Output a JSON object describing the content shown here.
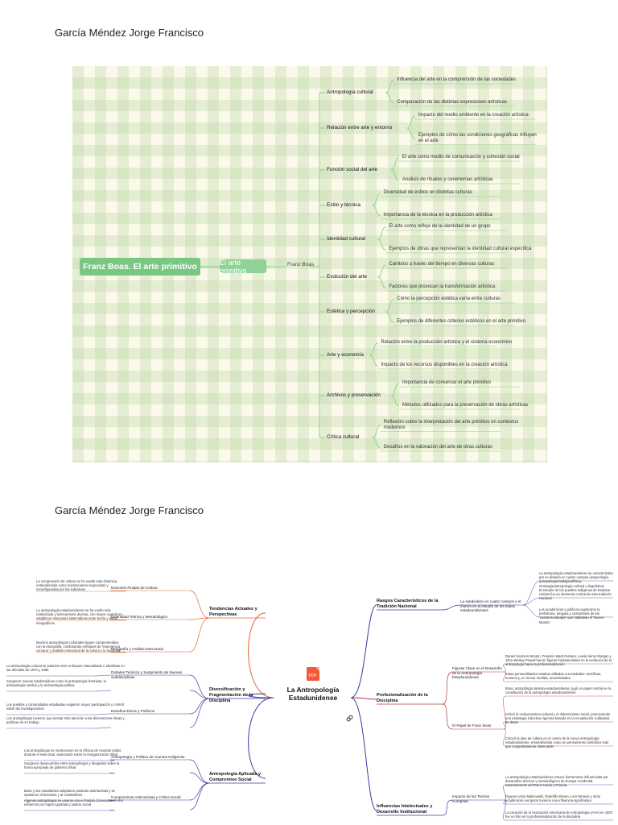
{
  "page": {
    "author_top": "García Méndez Jorge Francisco",
    "author_bottom": "García Méndez Jorge Francisco"
  },
  "map1": {
    "root": "Franz Boas. El arte primitivo",
    "hub": "El arte primitivo",
    "hub2": "Franz Boas",
    "topics": [
      {
        "label": "Antropología cultural",
        "leaves": [
          "Influencia del arte en la comprensión de las sociedades",
          "Comparación de las distintas expresiones artísticas"
        ]
      },
      {
        "label": "Relación entre arte y entorno",
        "leaves": [
          "Impacto del medio ambiente en la creación artística",
          "Ejemplos de cómo las condiciones geográficas influyen en el arte"
        ]
      },
      {
        "label": "Función social del arte",
        "leaves": [
          "El arte como medio de comunicación y cohesión social",
          "Análisis de rituales y ceremonias artísticas"
        ]
      },
      {
        "label": "Estilo y técnica",
        "leaves": [
          "Diversidad de estilos en distintas culturas",
          "Importancia de la técnica en la producción artística"
        ]
      },
      {
        "label": "Identidad cultural",
        "leaves": [
          "El arte como reflejo de la identidad de un grupo",
          "Ejemplos de obras que representan la identidad cultural específica"
        ]
      },
      {
        "label": "Evolución del arte",
        "leaves": [
          "Cambios a través del tiempo en diversas culturas",
          "Factores que provocan la transformación artística"
        ]
      },
      {
        "label": "Estética y percepción",
        "leaves": [
          "Cómo la percepción estética varía entre culturas",
          "Ejemplos de diferentes criterios estéticos en el arte primitivo"
        ]
      },
      {
        "label": "Arte y economía",
        "leaves": [
          "Relación entre la producción artística y el sistema económico",
          "Impacto de los recursos disponibles en la creación artística"
        ]
      },
      {
        "label": "Archivos y preservación",
        "leaves": [
          "Importancia de conservar el arte primitivo",
          "Métodos utilizados para la preservación de obras artísticas"
        ]
      },
      {
        "label": "Crítica cultural",
        "leaves": [
          "Reflexión sobre la interpretación del arte primitivo en contextos modernos",
          "Desafíos en la valoración del arte de otras culturas"
        ]
      }
    ]
  },
  "map2": {
    "center": "La Antropología Estadunidense",
    "icon_pdf": "pdf-file-icon",
    "icon_link": "link-icon",
    "left_branches": [
      {
        "label": "Tendencias Actuales y Perspectivas",
        "color": "#e0672a",
        "subs": [
          {
            "label": "Nociones Fluidas de Cultura",
            "leaf": "La comprensión de cultura se ha vuelto más dinámica, entendiéndola como orientaciones negociadas y reconfiguradas por los individuos"
          },
          {
            "label": "Diversidad Teórica y Metodológica",
            "leaf": "La antropología estadounidense se ha vuelto más relativizada y teóricamente diversa, con mayor cautela en establecer relaciones sistemáticas entre teoría y datos etnográficos"
          },
          {
            "label": "Etnografía y Análisis Estructural",
            "leaf": "Muchos antropólogos culturales siguen comprometidos con la etnografía, combinando enfoques de 'experiencia cercana' y análisis estructural de la cultura y la sociedad"
          }
        ]
      },
      {
        "label": "Diversificación y Fragmentación de la Disciplina",
        "color": "#3b3aa0",
        "subs": [
          {
            "label": "Debates Teóricos y Surgimiento de Nuevas Subdisciplinas",
            "leaf": "La antropología cultural se polarizó entre enfoques materialistas e idealistas en las décadas de 1970 y 1980"
          },
          {
            "label": "",
            "leaf": "Surgieron nuevas subdisciplinas como la antropología feminista, la antropología médica y la antropología política"
          },
          {
            "label": "Desafíos Éticos y Políticos",
            "leaf": "Los pueblos y comunidades estudiadas exigieron mayor participación y control sobre las investigaciones"
          },
          {
            "label": "",
            "leaf": "Los antropólogos tuvieron que prestar más atención a las dimensiones éticas y políticas de su trabajo"
          }
        ]
      },
      {
        "label": "Antropología Aplicada y Compromiso Social",
        "color": "#3b3aa0",
        "subs": [
          {
            "label": "Antropología y Política de Asuntos Indígenas",
            "leaf": "Los antropólogos se involucraron en la Oficina de Asuntos Indios durante el New Deal, avanzando sobre la reorganización tribal"
          },
          {
            "label": "",
            "leaf": "Surgieron desacuerdos entre antropólogos y abogados sobre la forma apropiada de gobierno tribal"
          },
          {
            "label": "Compromisos Antirracistas y Crítica Social",
            "leaf": "Boas y sus estudiantes adoptaron posturas antirracistas y se opusieron al fascismo y al colonialismo"
          },
          {
            "label": "",
            "leaf": "Algunos antropólogos se unieron con el Partido Comunista en sus esfuerzos por lograr igualdad y justicia social"
          }
        ]
      }
    ],
    "right_branches": [
      {
        "label": "Rasgos Característicos de la Tradición Nacional",
        "color": "#3b3aa0",
        "subs": [
          {
            "label": "La subdivisión en cuatro campos y el interés en el estudio de los indios estadounidenses",
            "leaves": [
              "La antropología estadounidense se caracterizaba por su división en cuatro campos (arqueología, antropología biológica/física, etnología/antropología cultural y lingüística)",
              "El estudio de los pueblos indígenas de Estados Unidos fue un elemento central de esta tradición nacional",
              "Los académicos y políticos exploraron la prehistoria, lenguas y costumbres de los 'nuestros salvajes' que habitaban el 'Nuevo Mundo'"
            ]
          }
        ]
      },
      {
        "label": "Profesionalización de la Disciplina",
        "color": "#b23a3a",
        "subs": [
          {
            "label": "Figuras Clave en el Desarrollo de la Antropología Estadounidense",
            "leaves": [
              "Daniel Garrison Brinton, Frederic Ward Putnam, Lewis Henry Morgan y John Wesley Powell fueron figuras fundamentales en la evolución de la antropología hacia la profesionalización",
              "Estas personalidades estaban afiliadas a sociedades científicas, museos y, en menor medida, universidades"
            ]
          },
          {
            "label": "El Papel de Franz Boas",
            "leaves": [
              "Boas, antropólogo alemán-estadounidense, jugó un papel central en la constitución de la antropología estadounidense",
              "Criticó el evolucionismo cultural y el determinismo racial, promoviendo una estrategia inductiva rigurosa basada en la recopilación cuidadosa de datos",
              "Colocó la idea de cultura en el centro de la nueva antropología estadounidense, entendiéndola como un pensamiento simbólico más que comportamiento observable"
            ]
          }
        ]
      },
      {
        "label": "Influencias Intelectuales y Desarrollo Institucional",
        "color": "#3b3aa0",
        "subs": [
          {
            "label": "Impacto de las Teorías Europeas",
            "leaves": [
              "La antropología estadounidense estuvo fuertemente influenciada por desarrollos teóricos y metodológicos de Europa occidental, especialmente del Reino Unido y Francia",
              "Figuras como Malinowski, Radcliffe-Brown, Lévi-Strauss y otros académicos europeos tuvieron una influencia significativa",
              "La creación de la Asociación Americana de Antropología (AAA) en 1902 fue un hito en la profesionalización de la disciplina"
            ]
          }
        ]
      }
    ]
  }
}
